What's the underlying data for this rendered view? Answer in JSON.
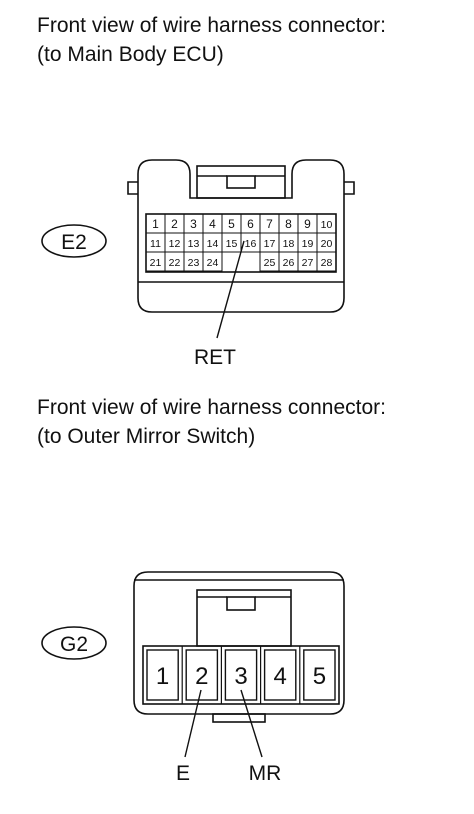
{
  "connectors": [
    {
      "caption_line1": "Front view of wire harness connector:",
      "caption_line2": "(to Main Body ECU)",
      "code": "E2",
      "pins_row1": [
        "1",
        "2",
        "3",
        "4",
        "5",
        "6",
        "7",
        "8",
        "9",
        "10"
      ],
      "pins_row2": [
        "11",
        "12",
        "13",
        "14",
        "15",
        "16",
        "17",
        "18",
        "19",
        "20"
      ],
      "pins_row3_left": [
        "21",
        "22",
        "23",
        "24"
      ],
      "pins_row3_right": [
        "25",
        "26",
        "27",
        "28"
      ],
      "terminal_labels": [
        {
          "label": "RET",
          "pin": "16"
        }
      ]
    },
    {
      "caption_line1": "Front view of wire harness connector:",
      "caption_line2": "(to Outer Mirror Switch)",
      "code": "G2",
      "pins": [
        "1",
        "2",
        "3",
        "4",
        "5"
      ],
      "terminal_labels": [
        {
          "label": "E",
          "pin": "2"
        },
        {
          "label": "MR",
          "pin": "3"
        }
      ]
    }
  ]
}
